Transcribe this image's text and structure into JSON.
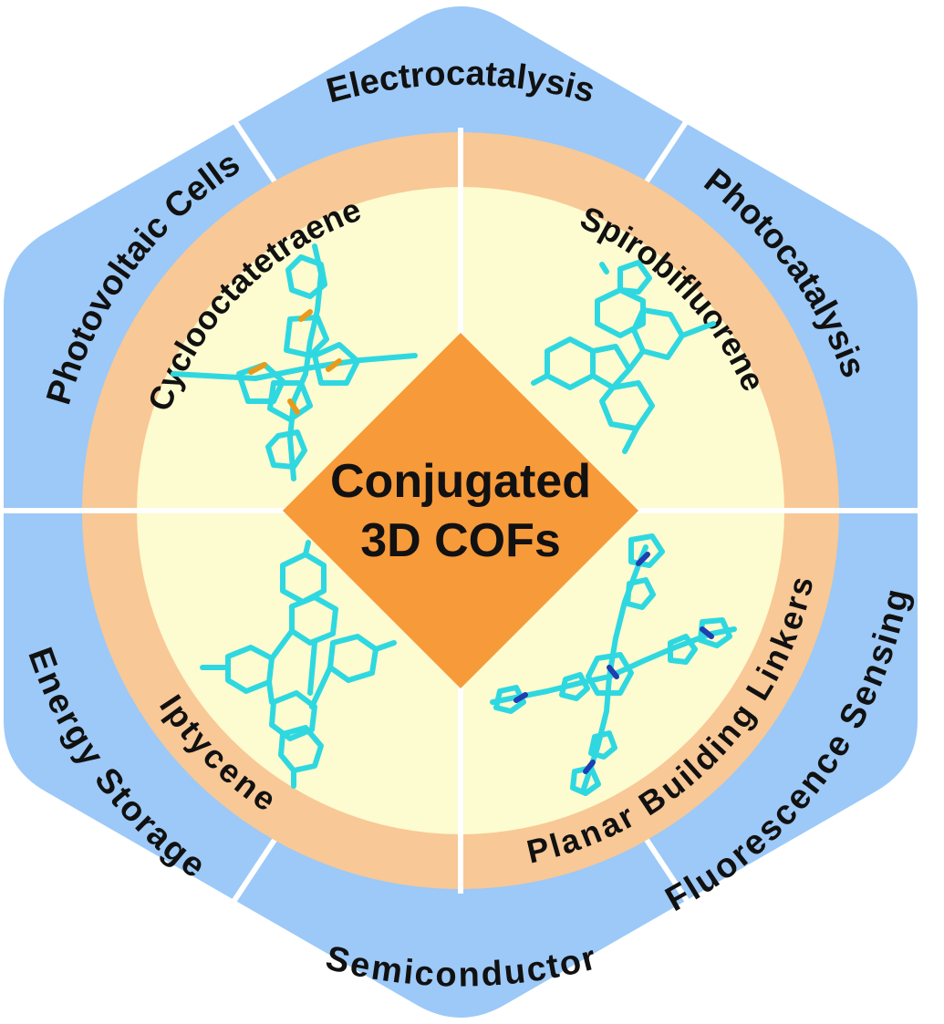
{
  "center": {
    "line1": "Conjugated",
    "line2": "3D COFs"
  },
  "applications": {
    "top": "Electrocatalysis",
    "upper_left": "Photovoltaic Cells",
    "upper_right": "Photocatalysis",
    "lower_left": "Energy Storage",
    "lower_right": "Fluorescence Sensing",
    "bottom": "Semiconductor"
  },
  "building_blocks": {
    "upper_left": "Cyclooctatetraene",
    "upper_right": "Spirobifluorene",
    "lower_left": "Iptycene",
    "lower_right": "Planar Building Linkers"
  },
  "colors": {
    "hexagon": "#9cc9f7",
    "ring": "#f8c896",
    "inner": "#fdfbd0",
    "diamond": "#f79a3a",
    "molecule": "#2fd8e0",
    "sulfur": "#e89a1a",
    "nitrogen": "#1e3fb0"
  }
}
